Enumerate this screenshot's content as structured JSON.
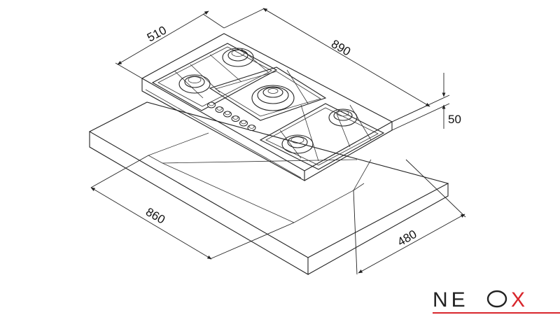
{
  "dimensions": {
    "hob_depth": "510",
    "hob_width": "890",
    "hob_height": "50",
    "cutout_width": "860",
    "cutout_depth": "480"
  },
  "logo": {
    "text_before": "NE",
    "text_after": "X",
    "brand_color": "#d8262c",
    "text_color": "#222222"
  },
  "knobs": {
    "count": 6
  },
  "burners": {
    "count": 5
  }
}
